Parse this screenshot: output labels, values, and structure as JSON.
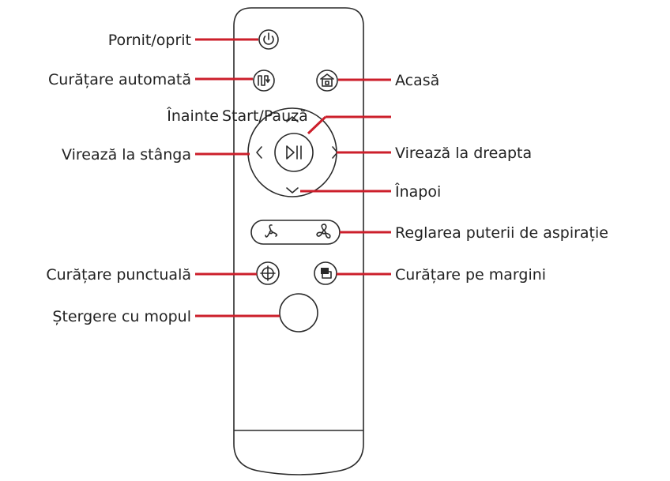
{
  "labels": {
    "power": "Pornit/oprit",
    "auto_clean": "Curățare automată",
    "home": "Acasă",
    "forward": "Înainte",
    "start_pause": "Start/Pauză",
    "turn_left": "Virează la stânga",
    "turn_right": "Virează la dreapta",
    "backward": "Înapoi",
    "suction": "Reglarea puterii de aspirație",
    "spot_clean": "Curățare punctuală",
    "edge_clean": "Curățare pe margini",
    "mop": "Ștergere cu mopul"
  },
  "colors": {
    "leader": "#cc1f2b",
    "outline": "#2a2a2a",
    "text": "#222222"
  },
  "icons": {
    "power": "power-icon",
    "auto_clean": "auto-clean-icon",
    "home": "home-icon",
    "play_pause": "play-pause-icon",
    "fan_low": "fan-low-icon",
    "fan_high": "fan-high-icon",
    "spot": "spot-target-icon",
    "edge": "edge-clean-icon"
  }
}
